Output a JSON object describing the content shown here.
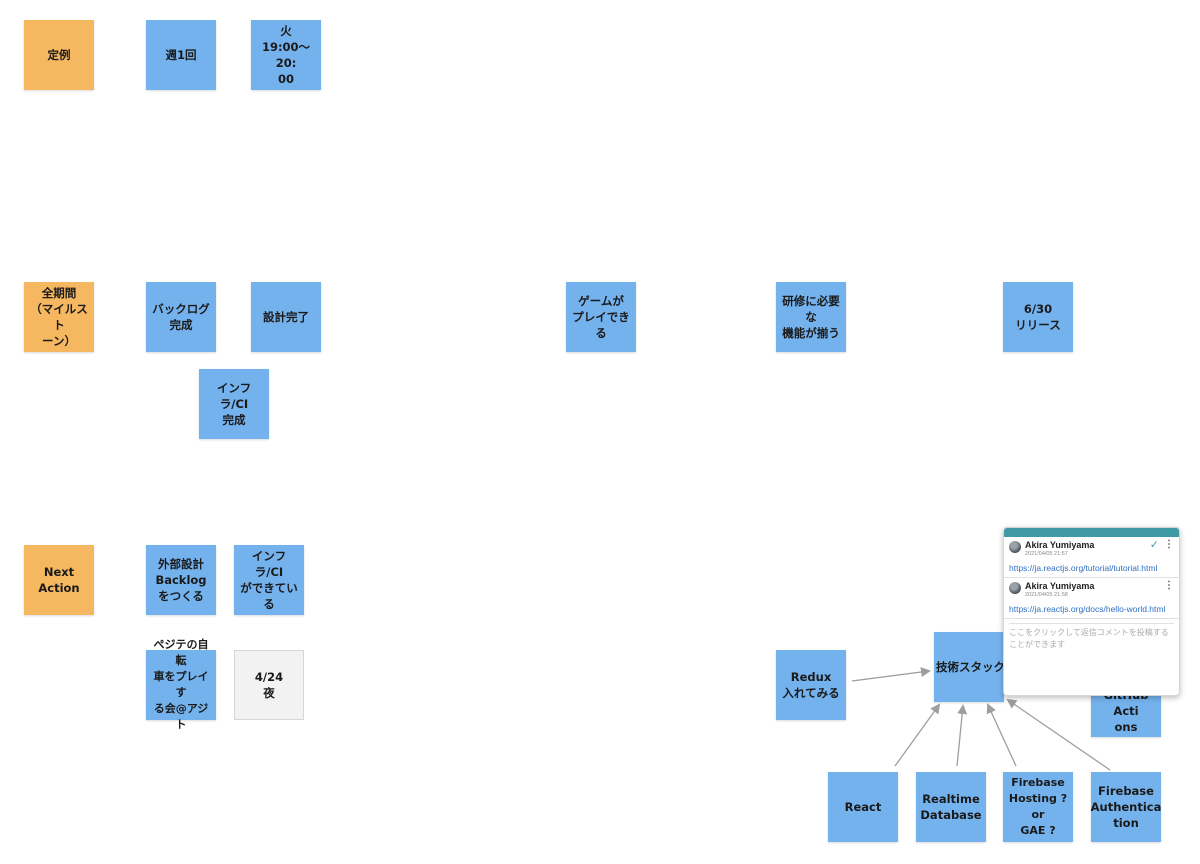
{
  "rows": {
    "regular": {
      "header": "定例",
      "frequency": "週1回",
      "time": "火\n19:00〜20:\n00"
    },
    "milestones": {
      "header": "全期間\n（マイルスト\nーン）",
      "backlog": "バックログ\n完成",
      "design": "設計完了",
      "infra": "インフラ/CI\n完成",
      "game": "ゲームが\nプレイできる",
      "training": "研修に必要な\n機能が揃う",
      "release": "6/30\nリリース"
    },
    "next_action": {
      "header": "Next\nAction",
      "external_design": "外部設計\nBacklog\nをつくる",
      "infra_done": "インフラ/CI\nができている",
      "bike_event": "ぺジテの自転\n車をプレイす\nる会@アジト",
      "date": "4/24\n夜"
    }
  },
  "tech": {
    "redux": "Redux\n入れてみる",
    "stack": "技術スタック",
    "ci_option": "or\nGitHub Acti\nons",
    "react": "React",
    "realtime_db": "Realtime\nDatabase",
    "hosting": "Firebase\nHosting ?\nor\nGAE ?",
    "auth": "Firebase\nAuthentica\ntion"
  },
  "comments": {
    "items": [
      {
        "author": "Akira Yumiyama",
        "time": "2021/04/05 21:57",
        "link": "https://ja.reactjs.org/tutorial/tutorial.html"
      },
      {
        "author": "Akira Yumiyama",
        "time": "2021/04/05 21:58",
        "link": "https://ja.reactjs.org/docs/hello-world.html"
      }
    ],
    "reply_placeholder": "ここをクリックして返信コメントを投稿することができます",
    "icons": [
      "check-icon",
      "more-icon"
    ],
    "accent_color": "#3f9aa6"
  },
  "colors": {
    "header_sticky": "#f5b760",
    "content_sticky": "#74b2ee",
    "neutral_sticky": "#f2f2f2",
    "arrow": "#9e9e9e"
  }
}
